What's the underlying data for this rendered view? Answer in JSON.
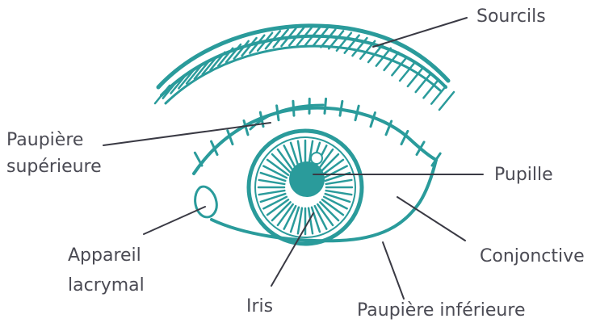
{
  "labels": {
    "sourcils": "Sourcils",
    "paupiere_superieure_line1": "Paupière",
    "paupiere_superieure_line2": "supérieure",
    "pupille": "Pupille",
    "appareil_lacrymal_line1": "Appareil",
    "appareil_lacrymal_line2": "lacrymal",
    "iris": "Iris",
    "conjonctive": "Conjonctive",
    "paupiere_inferieure": "Paupière inférieure"
  },
  "colors": {
    "drawing": "#2a9b9b",
    "leader_line": "#3a3a44",
    "label_text": "#4b4b54",
    "background": "#ffffff"
  }
}
